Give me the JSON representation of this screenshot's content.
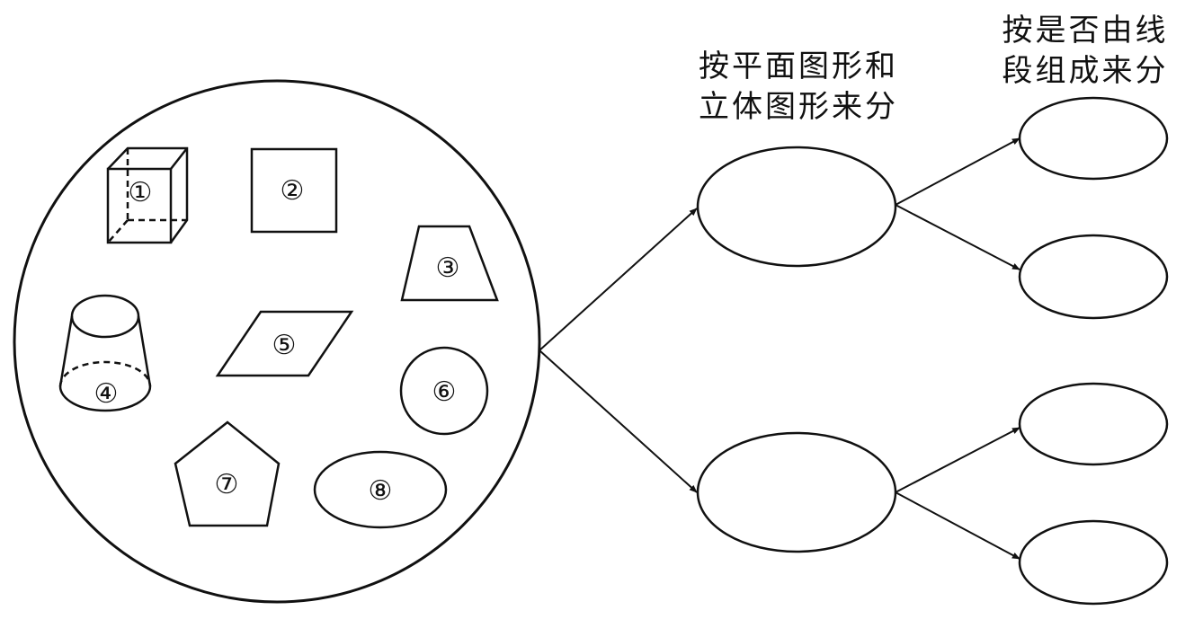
{
  "colors": {
    "ink": "#111111",
    "paper": "#ffffff"
  },
  "shapes": [
    {
      "id": 1,
      "label": "①",
      "shape": "cube"
    },
    {
      "id": 2,
      "label": "②",
      "shape": "square"
    },
    {
      "id": 3,
      "label": "③",
      "shape": "trapezoid"
    },
    {
      "id": 4,
      "label": "④",
      "shape": "frustum"
    },
    {
      "id": 5,
      "label": "⑤",
      "shape": "parallelogram"
    },
    {
      "id": 6,
      "label": "⑥",
      "shape": "circle"
    },
    {
      "id": 7,
      "label": "⑦",
      "shape": "pentagon"
    },
    {
      "id": 8,
      "label": "⑧",
      "shape": "ellipse"
    }
  ],
  "captions": {
    "level1": [
      "按平面图形和",
      "立体图形来分"
    ],
    "level2": [
      "按是否由线",
      "段组成来分"
    ]
  },
  "nodes": {
    "level1": [
      "",
      ""
    ],
    "level2": [
      "",
      "",
      "",
      ""
    ]
  }
}
